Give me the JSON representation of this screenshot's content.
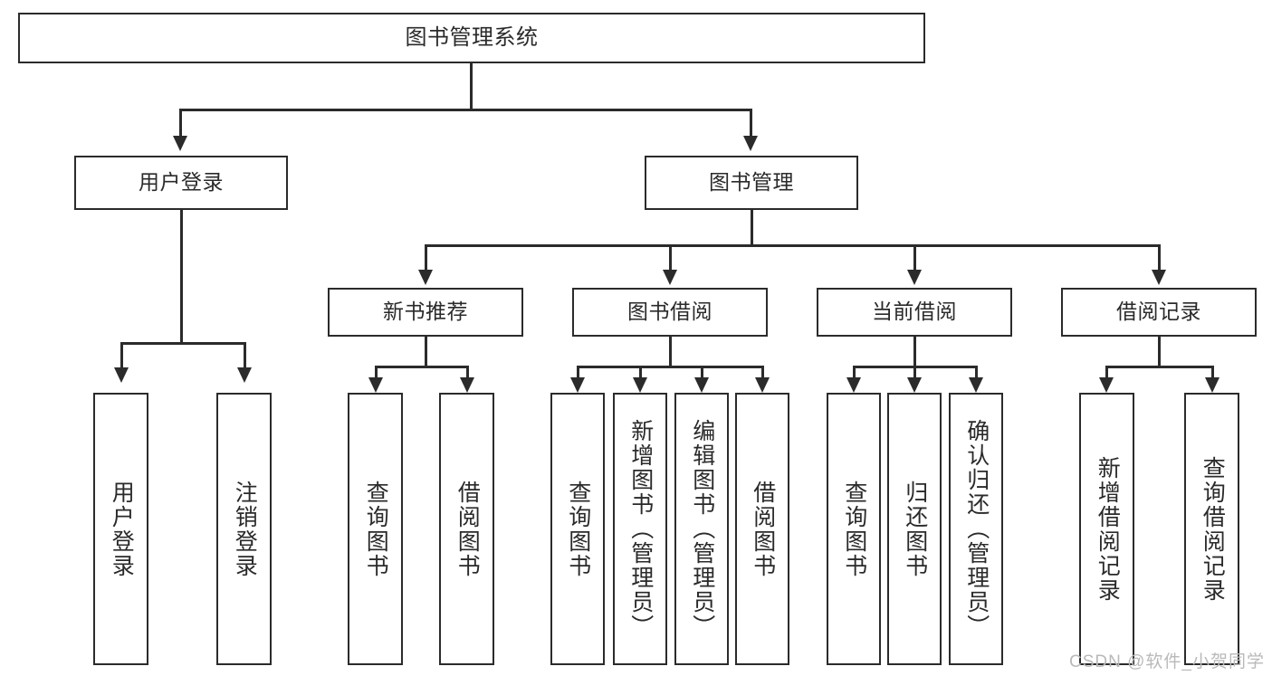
{
  "diagram": {
    "type": "tree-hierarchy",
    "title": "图书管理系统",
    "watermark": "CSDN @软件_小贺同学",
    "levels": {
      "root": {
        "id": "root",
        "label": "图书管理系统"
      },
      "level2": [
        {
          "id": "user-login",
          "label": "用户登录"
        },
        {
          "id": "book-manage",
          "label": "图书管理"
        }
      ],
      "level3": [
        {
          "id": "new-book-rec",
          "label": "新书推荐",
          "parent": "book-manage"
        },
        {
          "id": "book-borrow",
          "label": "图书借阅",
          "parent": "book-manage"
        },
        {
          "id": "current-borrow",
          "label": "当前借阅",
          "parent": "book-manage"
        },
        {
          "id": "borrow-record",
          "label": "借阅记录",
          "parent": "book-manage"
        }
      ],
      "leaves": [
        {
          "id": "leaf-user-login",
          "label": "用户登录",
          "parent": "user-login"
        },
        {
          "id": "leaf-user-logout",
          "label": "注销登录",
          "parent": "user-login"
        },
        {
          "id": "leaf-query-book-1",
          "label": "查询图书",
          "parent": "new-book-rec"
        },
        {
          "id": "leaf-borrow-book-1",
          "label": "借阅图书",
          "parent": "new-book-rec"
        },
        {
          "id": "leaf-query-book-2",
          "label": "查询图书",
          "parent": "book-borrow"
        },
        {
          "id": "leaf-add-book",
          "label": "新增图书（管理员）",
          "parent": "book-borrow"
        },
        {
          "id": "leaf-edit-book",
          "label": "编辑图书（管理员）",
          "parent": "book-borrow"
        },
        {
          "id": "leaf-borrow-book-2",
          "label": "借阅图书",
          "parent": "book-borrow"
        },
        {
          "id": "leaf-query-book-3",
          "label": "查询图书",
          "parent": "current-borrow"
        },
        {
          "id": "leaf-return-book",
          "label": "归还图书",
          "parent": "current-borrow"
        },
        {
          "id": "leaf-confirm-return",
          "label": "确认归还（管理员）",
          "parent": "current-borrow"
        },
        {
          "id": "leaf-add-record",
          "label": "新增借阅记录",
          "parent": "borrow-record"
        },
        {
          "id": "leaf-query-record",
          "label": "查询借阅记录",
          "parent": "borrow-record"
        }
      ]
    },
    "colors": {
      "stroke": "#2b2b2b",
      "fill": "#ffffff",
      "text": "#2a2a2a",
      "watermark": "#b9b9b9",
      "background": "#ffffff"
    }
  }
}
